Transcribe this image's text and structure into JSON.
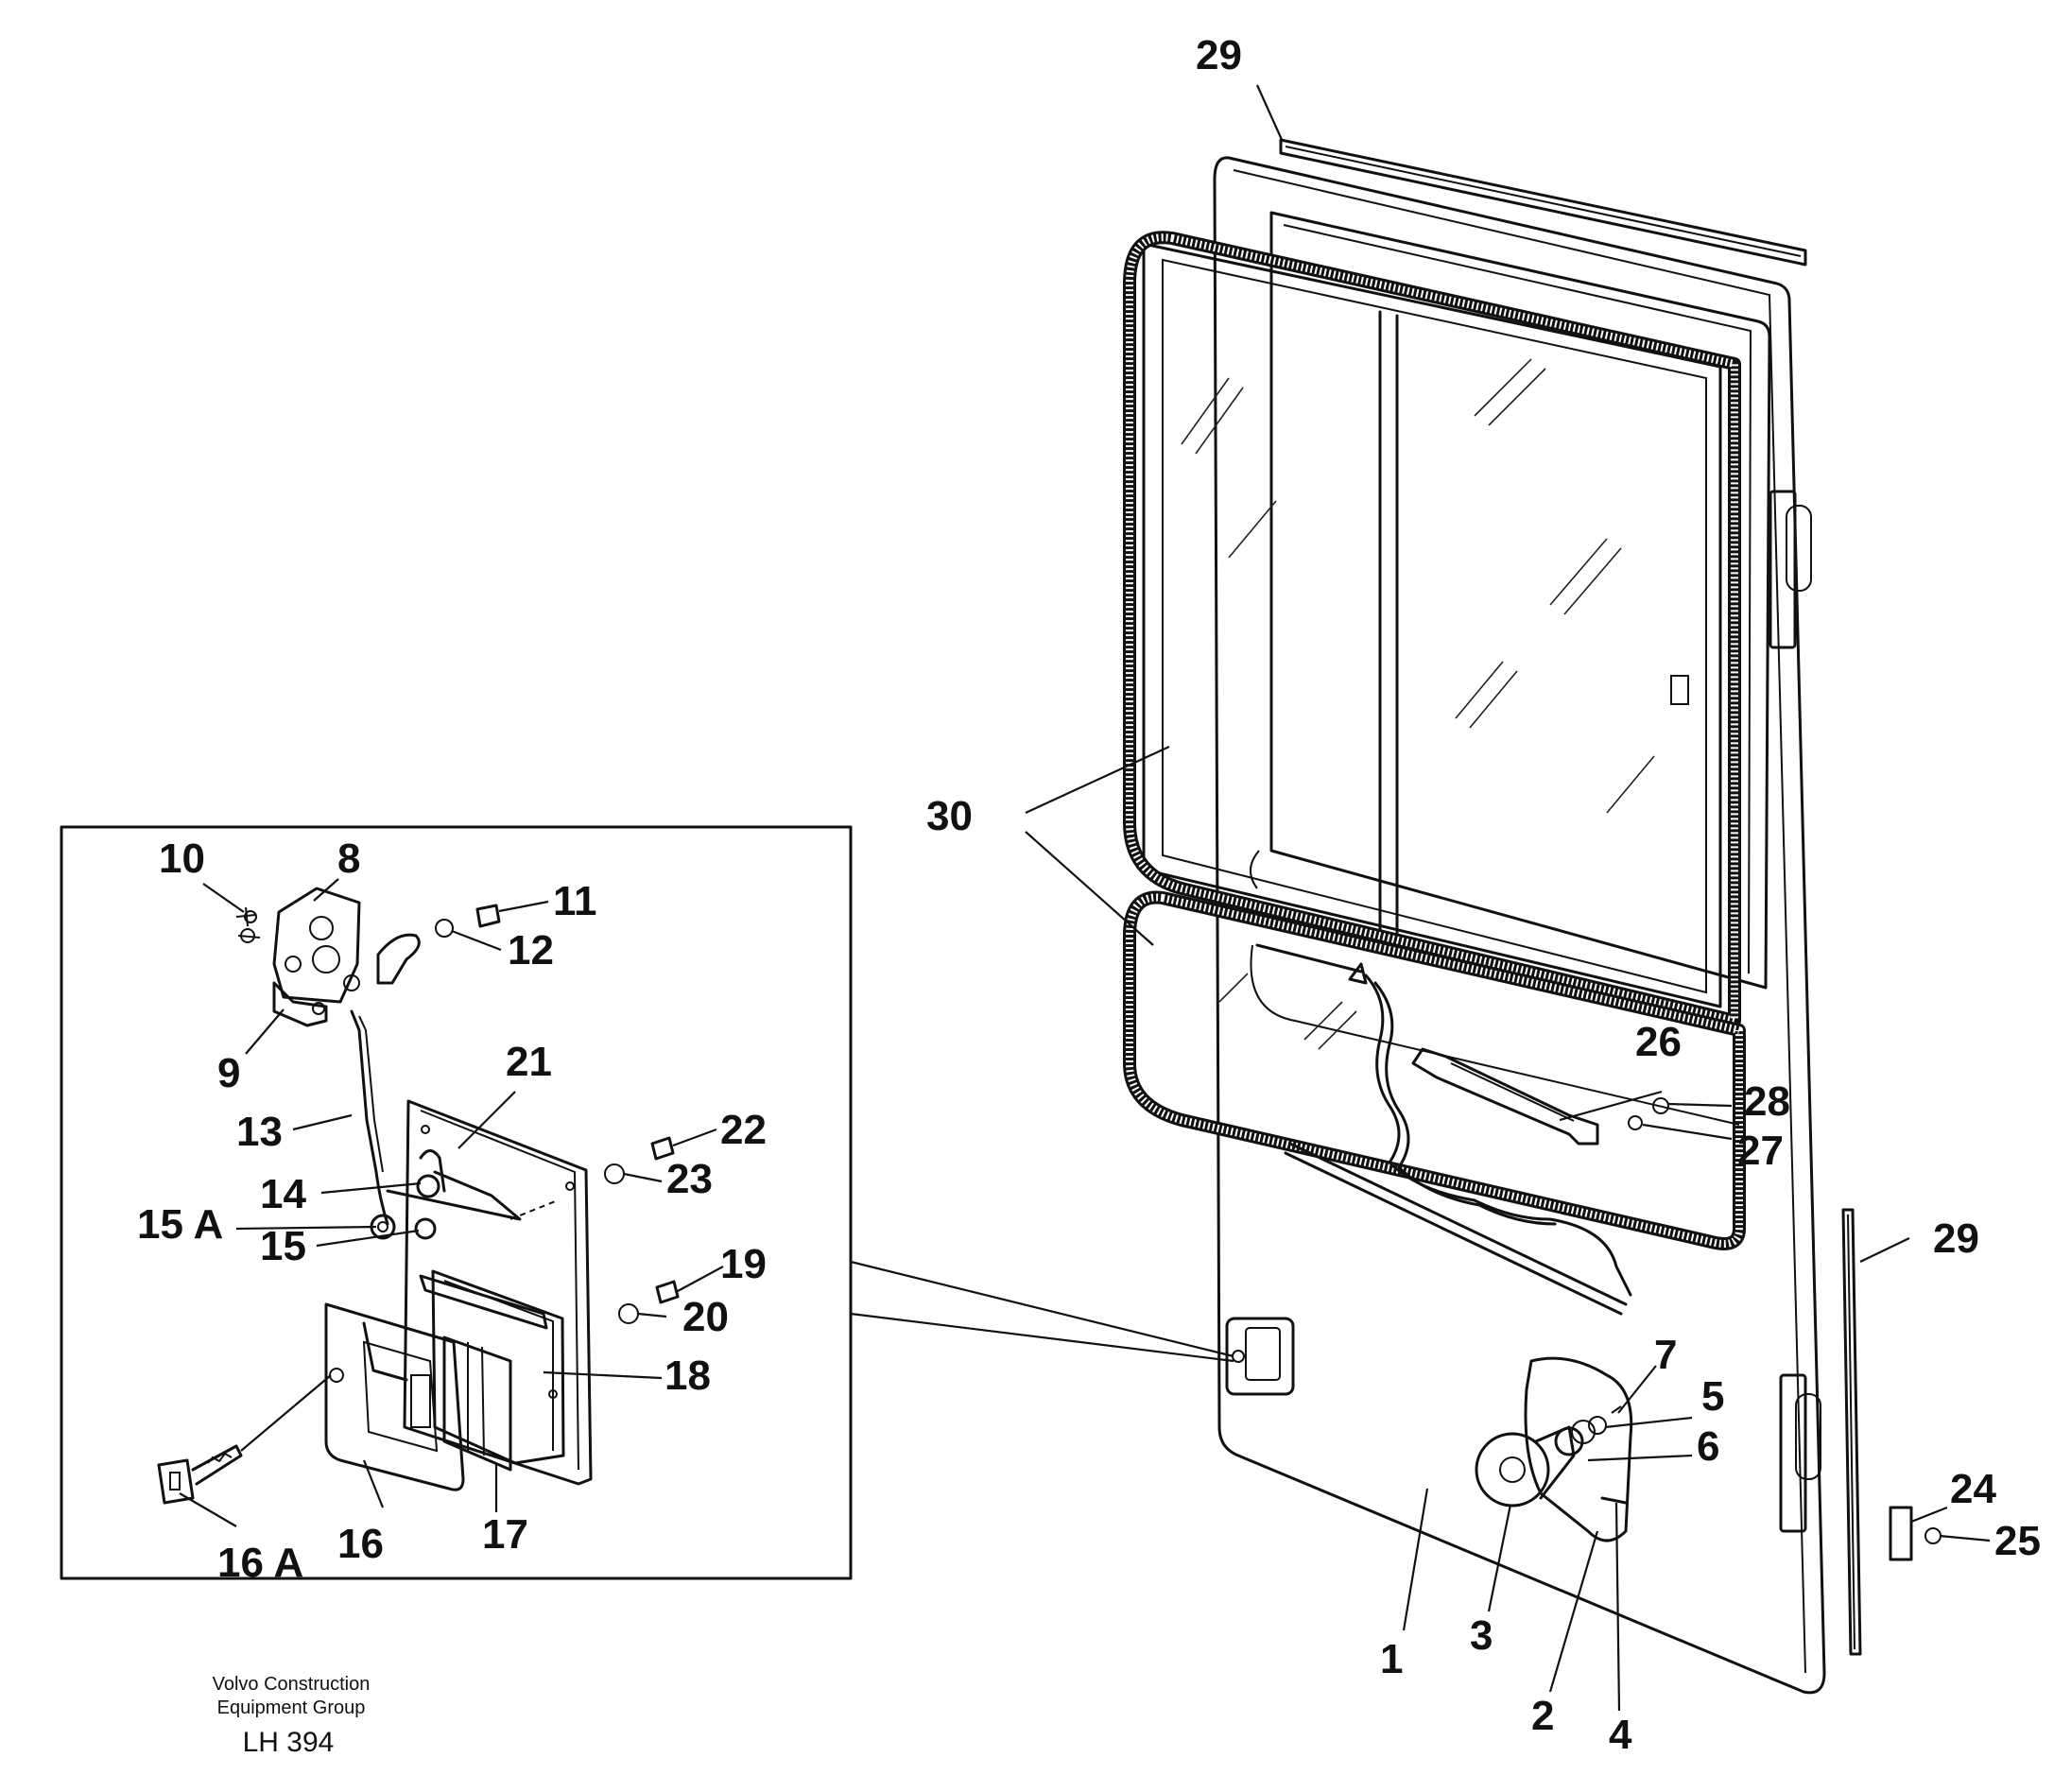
{
  "labels": {
    "l1": "1",
    "l2": "2",
    "l3": "3",
    "l4": "4",
    "l5": "5",
    "l6": "6",
    "l7": "7",
    "l8": "8",
    "l9": "9",
    "l10": "10",
    "l11": "11",
    "l12": "12",
    "l13": "13",
    "l14": "14",
    "l15": "15",
    "l15a": "15 A",
    "l16": "16",
    "l16a": "16 A",
    "l17": "17",
    "l18": "18",
    "l19": "19",
    "l20": "20",
    "l21": "21",
    "l22": "22",
    "l23": "23",
    "l24": "24",
    "l25": "25",
    "l26": "26",
    "l27": "27",
    "l28": "28",
    "l29_top": "29",
    "l29_right": "29",
    "l30": "30"
  },
  "caption": {
    "line1": "Volvo Construction",
    "line2": "Equipment Group",
    "code": "LH 394"
  }
}
